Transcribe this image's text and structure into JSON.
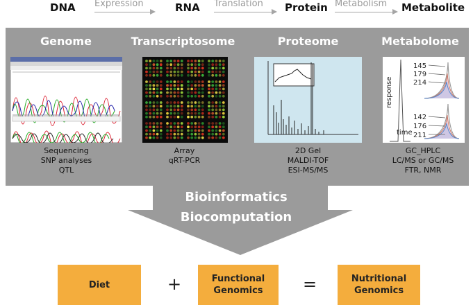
{
  "flow": {
    "terms": [
      "DNA",
      "RNA",
      "Protein",
      "Metabolite"
    ],
    "processes": [
      "Expression",
      "Translation",
      "Metabolism"
    ]
  },
  "omics": [
    {
      "title": "Genome",
      "techniques": [
        "Sequencing",
        "SNP analyses",
        "QTL"
      ]
    },
    {
      "title": "Transcriptosome",
      "techniques": [
        "Array",
        "qRT-PCR"
      ]
    },
    {
      "title": "Proteome",
      "techniques": [
        "2D Gel",
        "MALDI-TOF",
        "ESI-MS/MS"
      ]
    },
    {
      "title": "Metabolome",
      "techniques": [
        "GC_HPLC",
        "LC/MS or GC/MS",
        "FTR, NMR"
      ]
    }
  ],
  "metabolome_plot": {
    "ylabel": "response",
    "xlabel": "time",
    "upper_labels": [
      "145",
      "179",
      "214"
    ],
    "lower_labels": [
      "142",
      "176",
      "211"
    ]
  },
  "bioinformatics": [
    "Bioinformatics",
    "Biocomputation"
  ],
  "equation": {
    "boxes": [
      {
        "lines": [
          "Diet"
        ]
      },
      {
        "lines": [
          "Functional",
          "Genomics"
        ]
      },
      {
        "lines": [
          "Nutritional",
          "Genomics"
        ]
      }
    ],
    "operators": [
      "+",
      "="
    ]
  },
  "colors": {
    "panel": "#9b9b9b",
    "box": "#f4ad3d",
    "arrow": "#a5a5a5"
  }
}
